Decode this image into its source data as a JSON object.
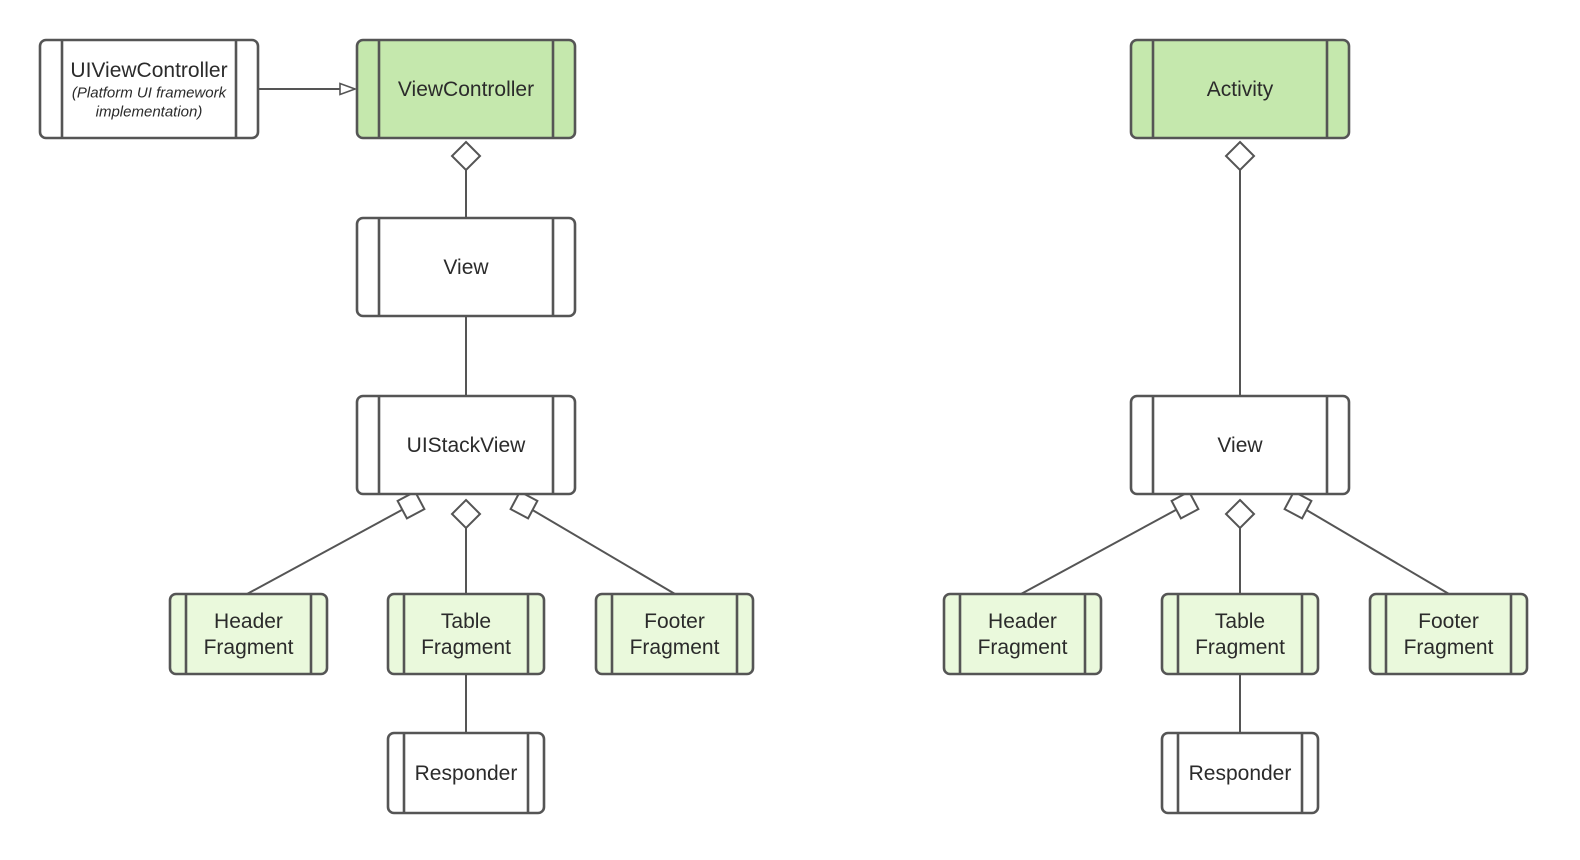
{
  "colors": {
    "stroke": "#555555",
    "fill_green": "#c5e8ad",
    "fill_light_green": "#eaf9dc",
    "fill_white": "#ffffff",
    "text": "#2b2b2b"
  },
  "nodes": [
    {
      "id": "uiviewcontroller",
      "lines": [
        "UIViewController"
      ],
      "note": [
        "(Platform UI framework",
        "implementation)"
      ],
      "fill": "white"
    },
    {
      "id": "ios-viewcontroller",
      "lines": [
        "ViewController"
      ],
      "fill": "green"
    },
    {
      "id": "ios-view",
      "lines": [
        "View"
      ],
      "fill": "white"
    },
    {
      "id": "ios-uistackview",
      "lines": [
        "UIStackView"
      ],
      "fill": "white"
    },
    {
      "id": "ios-header-fragment",
      "lines": [
        "Header",
        "Fragment"
      ],
      "fill": "light_green"
    },
    {
      "id": "ios-table-fragment",
      "lines": [
        "Table",
        "Fragment"
      ],
      "fill": "light_green"
    },
    {
      "id": "ios-footer-fragment",
      "lines": [
        "Footer",
        "Fragment"
      ],
      "fill": "light_green"
    },
    {
      "id": "ios-responder",
      "lines": [
        "Responder"
      ],
      "fill": "white"
    },
    {
      "id": "android-activity",
      "lines": [
        "Activity"
      ],
      "fill": "green"
    },
    {
      "id": "android-view",
      "lines": [
        "View"
      ],
      "fill": "white"
    },
    {
      "id": "android-header-fragment",
      "lines": [
        "Header",
        "Fragment"
      ],
      "fill": "light_green"
    },
    {
      "id": "android-table-fragment",
      "lines": [
        "Table",
        "Fragment"
      ],
      "fill": "light_green"
    },
    {
      "id": "android-footer-fragment",
      "lines": [
        "Footer",
        "Fragment"
      ],
      "fill": "light_green"
    },
    {
      "id": "android-responder",
      "lines": [
        "Responder"
      ],
      "fill": "white"
    }
  ],
  "edges": [
    {
      "from": "uiviewcontroller",
      "to": "ios-viewcontroller",
      "type": "inheritance"
    },
    {
      "from": "ios-viewcontroller",
      "to": "ios-view",
      "type": "aggregation"
    },
    {
      "from": "ios-view",
      "to": "ios-uistackview",
      "type": "association"
    },
    {
      "from": "ios-uistackview",
      "to": "ios-header-fragment",
      "type": "aggregation"
    },
    {
      "from": "ios-uistackview",
      "to": "ios-table-fragment",
      "type": "aggregation"
    },
    {
      "from": "ios-uistackview",
      "to": "ios-footer-fragment",
      "type": "aggregation"
    },
    {
      "from": "ios-table-fragment",
      "to": "ios-responder",
      "type": "association"
    },
    {
      "from": "android-activity",
      "to": "android-view",
      "type": "aggregation"
    },
    {
      "from": "android-view",
      "to": "android-header-fragment",
      "type": "aggregation"
    },
    {
      "from": "android-view",
      "to": "android-table-fragment",
      "type": "aggregation"
    },
    {
      "from": "android-view",
      "to": "android-footer-fragment",
      "type": "aggregation"
    },
    {
      "from": "android-table-fragment",
      "to": "android-responder",
      "type": "association"
    }
  ]
}
